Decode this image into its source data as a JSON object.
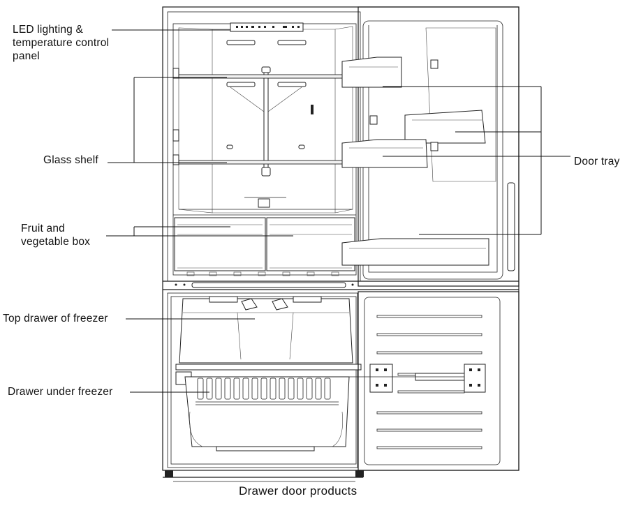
{
  "labels": {
    "led_panel": [
      "LED lighting &",
      "temperature control",
      "panel"
    ],
    "glass_shelf": "Glass shelf",
    "fruit_box": [
      "Fruit and",
      "vegetable box"
    ],
    "top_drawer": "Top drawer of freezer",
    "drawer_under": "Drawer under freezer",
    "door_tray": "Door tray"
  },
  "caption": "Drawer door products"
}
